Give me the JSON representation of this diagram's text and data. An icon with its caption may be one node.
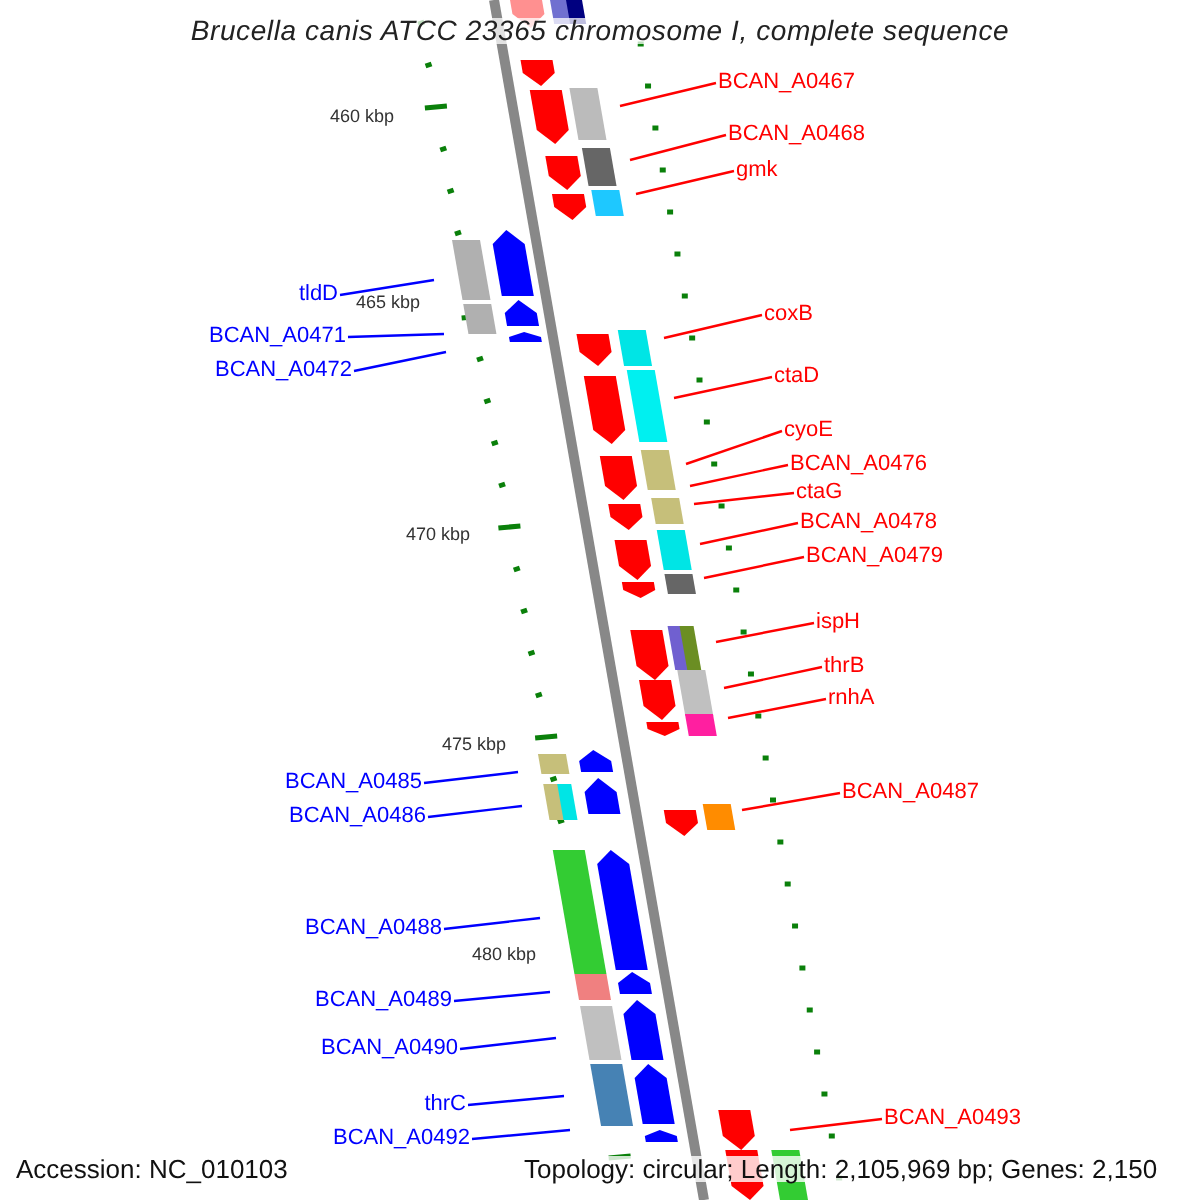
{
  "diagram": {
    "title": "Brucella canis ATCC 23365 chromosome I, complete sequence",
    "nodes": [
      {
        "text": [
          "BCAN_A0467"
        ]
      },
      {
        "text": [
          "BCAN_A0468"
        ]
      },
      {
        "text": [
          "gmk"
        ]
      },
      {
        "text": [
          "tldD"
        ]
      },
      {
        "text": [
          "BCAN_A0471"
        ]
      },
      {
        "text": [
          "coxB"
        ]
      },
      {
        "text": [
          "BCAN_A0472"
        ]
      },
      {
        "text": [
          "ctaD"
        ]
      },
      {
        "text": [
          "cyoE"
        ]
      },
      {
        "text": [
          "BCAN_A0476"
        ]
      },
      {
        "text": [
          "ctaG"
        ]
      },
      {
        "text": [
          "BCAN_A0478"
        ]
      },
      {
        "text": [
          "BCAN_A0479"
        ]
      },
      {
        "text": [
          "ispH"
        ]
      },
      {
        "text": [
          "thrB"
        ]
      },
      {
        "text": [
          "rnhA"
        ]
      },
      {
        "text": [
          "BCAN_A0485"
        ]
      },
      {
        "text": [
          "BCAN_A0487"
        ]
      },
      {
        "text": [
          "BCAN_A0486"
        ]
      },
      {
        "text": [
          "BCAN_A0488"
        ]
      },
      {
        "text": [
          "BCAN_A0489"
        ]
      },
      {
        "text": [
          "BCAN_A0490"
        ]
      },
      {
        "text": [
          "thrC"
        ]
      },
      {
        "text": [
          "BCAN_A0493"
        ]
      },
      {
        "text": [
          "BCAN_A0492"
        ]
      }
    ],
    "edges": [
      {
        "from": 0,
        "to": null,
        "arrow": "none"
      },
      {
        "from": 1,
        "to": null,
        "arrow": "none"
      },
      {
        "from": 2,
        "to": null,
        "arrow": "none"
      },
      {
        "from": 3,
        "to": null,
        "arrow": "none",
        "color": "#0000ff"
      },
      {
        "from": 4,
        "to": null,
        "arrow": "none",
        "color": "#0000ff"
      },
      {
        "from": 5,
        "to": null,
        "arrow": "none"
      },
      {
        "from": 6,
        "to": null,
        "arrow": "none",
        "color": "#0000ff"
      },
      {
        "from": 7,
        "to": null,
        "arrow": "none"
      },
      {
        "from": 8,
        "to": null,
        "arrow": "none"
      },
      {
        "from": 9,
        "to": null,
        "arrow": "none"
      },
      {
        "from": 10,
        "to": null,
        "arrow": "none"
      },
      {
        "from": 11,
        "to": null,
        "arrow": "none"
      },
      {
        "from": 12,
        "to": null,
        "arrow": "none"
      },
      {
        "from": 13,
        "to": null,
        "arrow": "none"
      },
      {
        "from": 14,
        "to": null,
        "arrow": "none"
      },
      {
        "from": 15,
        "to": null,
        "arrow": "none"
      },
      {
        "from": 16,
        "to": null,
        "arrow": "none",
        "color": "#0000ff"
      },
      {
        "from": 17,
        "to": null,
        "arrow": "none"
      },
      {
        "from": 18,
        "to": null,
        "arrow": "none",
        "color": "#0000ff"
      },
      {
        "from": 19,
        "to": null,
        "arrow": "none",
        "color": "#0000ff"
      },
      {
        "from": 20,
        "to": null,
        "arrow": "none",
        "color": "#0000ff"
      },
      {
        "from": 21,
        "to": null,
        "arrow": "none",
        "color": "#0000ff"
      },
      {
        "from": 22,
        "to": null,
        "arrow": "none",
        "color": "#0000ff"
      },
      {
        "from": 23,
        "to": null,
        "arrow": "none"
      },
      {
        "from": 24,
        "to": null,
        "arrow": "none",
        "color": "#0000ff"
      }
    ],
    "labels": [
      "460 kbp",
      "465 kbp",
      "470 kbp",
      "475 kbp",
      "480 kbp",
      "Accession: NC_010103",
      "Topology: circular; Length: 2,105,969 bp; Genes: 2,150"
    ]
  }
}
